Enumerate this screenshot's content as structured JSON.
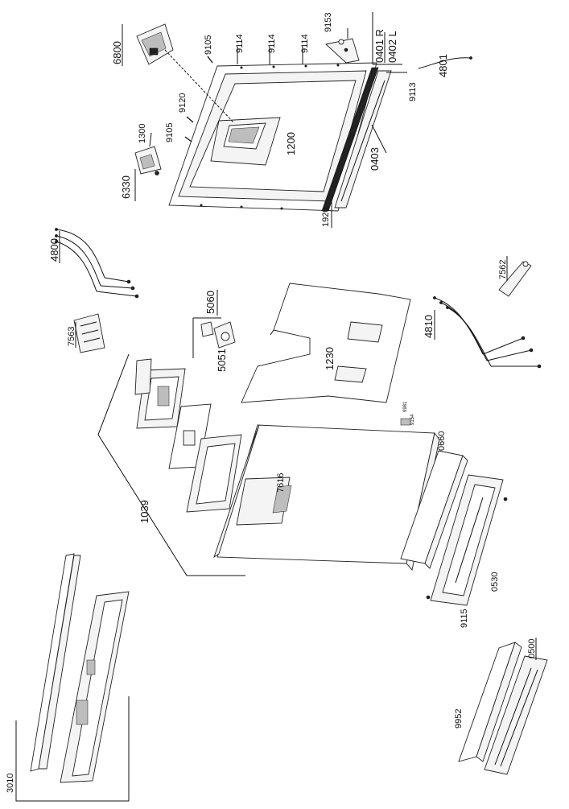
{
  "diagram": {
    "part_labels": {
      "p6800": "6800",
      "p9105a": "9105",
      "p9114a": "9114",
      "p9114b": "9114",
      "p9114c": "9114",
      "p9153": "9153",
      "p0401": "0401 R",
      "p0402": "0402 L",
      "p4801": "4801",
      "p9113": "9113",
      "p9120": "9120",
      "p1300": "1300",
      "p9105b": "9105",
      "p1200": "1200",
      "p0403": "0403",
      "p6330": "6330",
      "p1920": "1920",
      "p4800": "4800",
      "p5060": "5060",
      "p5051": "5051",
      "p7563": "7563",
      "p1230": "1230",
      "p7562": "7562",
      "p4810": "4810",
      "p9981": "9981",
      "p9154": "9154",
      "p0660": "0660",
      "p7616": "7616",
      "p1039": "1039",
      "p0530": "0530",
      "p9115": "9115",
      "p0500": "0500",
      "p9952": "9952",
      "p3010": "3010"
    }
  }
}
